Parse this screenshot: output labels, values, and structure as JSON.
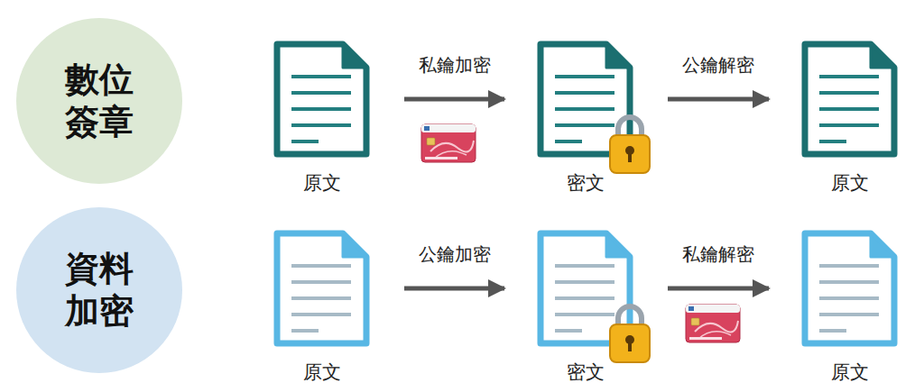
{
  "diagram": {
    "nodes": [
      {
        "text": [
          "數位 簽章"
        ]
      },
      {
        "text": [
          "原文"
        ]
      },
      {
        "text": [
          "密文"
        ]
      },
      {
        "text": [
          "原文"
        ]
      },
      {
        "text": [
          "資料 加密"
        ]
      },
      {
        "text": [
          "原文"
        ]
      },
      {
        "text": [
          "密文"
        ]
      },
      {
        "text": [
          "原文"
        ]
      }
    ],
    "edges": [
      {
        "from": 1,
        "to": 2,
        "label": "私鑰加密",
        "arrow": "to"
      },
      {
        "from": 2,
        "to": 3,
        "label": "公鑰解密",
        "arrow": "to"
      },
      {
        "from": 5,
        "to": 6,
        "label": "公鑰加密",
        "arrow": "to"
      },
      {
        "from": 6,
        "to": 7,
        "label": "私鑰解密",
        "arrow": "to"
      }
    ]
  }
}
